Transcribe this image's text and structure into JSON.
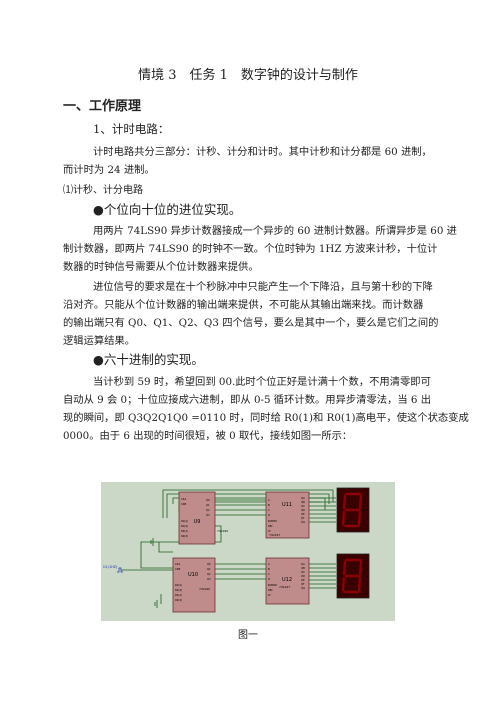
{
  "title": "情境 3　任务 1　数字钟的设计与制作",
  "section1": "一、工作原理",
  "sub1": "1、计时电路：",
  "para1": [
    "计时电路共分三部分：计秒、计分和计时。其中计秒和计分都是 60 进制，",
    "而计时为 24 进制。"
  ],
  "sub2": "⑴计秒、计分电路",
  "bullet1": "●个位向十位的进位实现。",
  "para2": [
    "用两片 74LS90 异步计数器接成一个异步的 60 进制计数器。所谓异步是 60 进",
    "制计数器，即两片 74LS90 的时钟不一致。个位时钟为 1HZ 方波来计秒，十位计",
    "数器的时钟信号需要从个位计数器来提供。"
  ],
  "para3": [
    "进位信号的要求是在十个秒脉冲中只能产生一个下降沿，且与第十秒的下降",
    "沿对齐。只能从个位计数器的输出端来提供，不可能从其输出端来找。而计数器",
    "的输出端只有 Q0、Q1、Q2、Q3 四个信号，要么是其中一个，要么是它们之间的",
    "逻辑运算结果。"
  ],
  "bullet2": "●六十进制的实现。",
  "para4": [
    "当计秒到 59 时，希望回到 00.此时个位正好是计满十个数，不用清零即可",
    "自动从 9 会 0；十位应接成六进制，即从 0-5 循环计数。用异步清零法，当 6 出",
    "现的瞬间，即 Q3Q2Q1Q0 =0110 时，同时给 R0(1)和 R0(1)高电平，使这个状态变成",
    "0000。由于 6 出现的时间很短，被 0 取代，接线如图一所示："
  ],
  "figure": {
    "chips": {
      "u9": "U9",
      "u10": "U10",
      "u11": "U11",
      "u12": "U12",
      "u9_part": "74LS90",
      "u10_part": "74LS90",
      "u11_part": "74LS47",
      "u12_part": "74LS47"
    },
    "clock_label": "U1(1HZ)",
    "counter_pins": [
      "CKA",
      "CKB",
      "R0(1)",
      "R0(2)",
      "R9(1)",
      "R9(2)"
    ],
    "counter_outs": [
      "Q0",
      "Q1",
      "Q2",
      "Q3"
    ],
    "decoder_pins": [
      "A",
      "B",
      "C",
      "D",
      "BI/RBO",
      "RBI",
      "LT"
    ],
    "decoder_outs": [
      "QA",
      "QB",
      "QC",
      "QD",
      "QE",
      "QF",
      "QG"
    ]
  },
  "caption": "图一",
  "colors": {
    "board": "#cbd8c7",
    "chip": "#c08b8b",
    "wire": "#1a5e1a",
    "display": "#8b0000"
  }
}
